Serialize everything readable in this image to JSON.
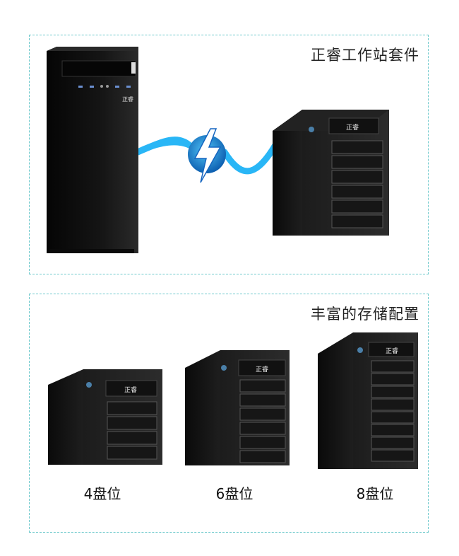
{
  "workstation_kit": {
    "title": "正睿工作站套件",
    "pc_brand": "正睿",
    "storage_brand": "正睿",
    "link_icon": "thunderbolt-icon"
  },
  "storage_options": {
    "title": "丰富的存储配置",
    "items": [
      {
        "label": "4盘位",
        "bays": 4
      },
      {
        "label": "6盘位",
        "bays": 6
      },
      {
        "label": "8盘位",
        "bays": 8
      }
    ]
  },
  "colors": {
    "border": "#6ec9cc",
    "cable": "#29b6f6",
    "thunderbolt_blue": "#1e88e5",
    "device_black": "#111111"
  }
}
